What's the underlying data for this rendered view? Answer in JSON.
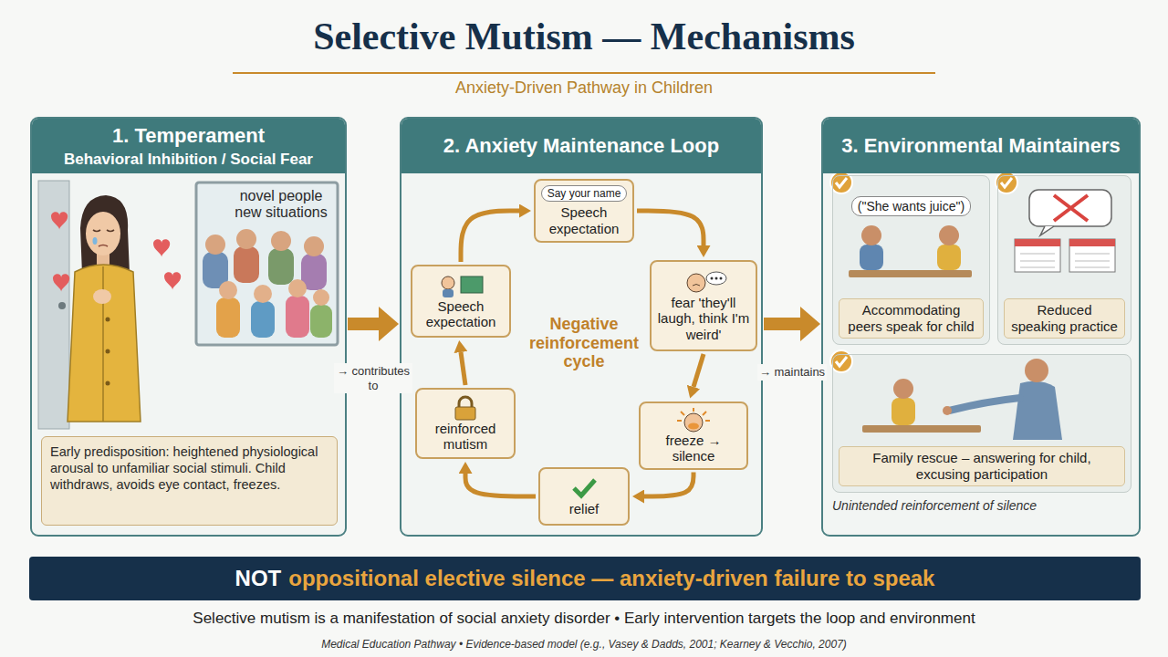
{
  "diagram": {
    "title": "Selective Mutism — Mechanisms",
    "caption": "Selective mutism is a manifestation of social anxiety disorder • Early intervention targets the loop and environment",
    "nodes": [
      {
        "text": [
          "1. Temperament",
          "Behavioral Inhibition / Social Fear"
        ]
      },
      {
        "text": [
          "Early predisposition: heightened physiological arousal to unfamiliar social stimuli. Child withdraws, avoids eye contact, freezes."
        ],
        "in": 0
      },
      {
        "text": [
          "2. Anxiety Maintenance Loop"
        ]
      },
      {
        "text": [
          "Say your name",
          "Speech expectation"
        ],
        "in": 2
      },
      {
        "text": [
          "fear 'they'll laugh, think I'm weird'"
        ],
        "in": 2
      },
      {
        "text": [
          "freeze → silence"
        ],
        "in": 2
      },
      {
        "text": [
          "relief"
        ],
        "in": 2
      },
      {
        "text": [
          "reinforced mutism"
        ],
        "in": 2
      },
      {
        "text": [
          "Speech expectation"
        ],
        "in": 2
      },
      {
        "text": [
          "3. Environmental Maintainers"
        ]
      },
      {
        "text": [
          "(\"She wants juice\")",
          "Accommodating peers speak for child"
        ],
        "in": 9
      },
      {
        "text": [
          "Reduced speaking practice"
        ],
        "in": 9
      },
      {
        "text": [
          "Family rescue – answering for child, excusing participation"
        ],
        "in": 9
      },
      {
        "text": [
          "NOT",
          "oppositional elective silence — anxiety-driven failure to speak"
        ]
      }
    ],
    "edges": [
      {
        "from": 0,
        "to": 2,
        "label": "→ contributes to",
        "arrow": "to"
      },
      {
        "from": 2,
        "to": 9,
        "label": "→ maintains",
        "arrow": "to"
      },
      {
        "from": 3,
        "to": 4,
        "arrow": "to"
      },
      {
        "from": 4,
        "to": 5,
        "arrow": "to"
      },
      {
        "from": 5,
        "to": 6,
        "arrow": "to"
      },
      {
        "from": 6,
        "to": 7,
        "arrow": "to"
      },
      {
        "from": 7,
        "to": 8,
        "arrow": "to"
      },
      {
        "from": 8,
        "to": 3,
        "arrow": "to"
      }
    ],
    "labels": [
      "Anxiety-Driven Pathway in Children",
      "novel people new situations",
      "Negative reinforcement cycle",
      "Unintended reinforcement of silence",
      "Medical Education Pathway • Evidence-based model (e.g., Vasey & Dadds, 2001; Kearney & Vecchio, 2007)"
    ]
  }
}
